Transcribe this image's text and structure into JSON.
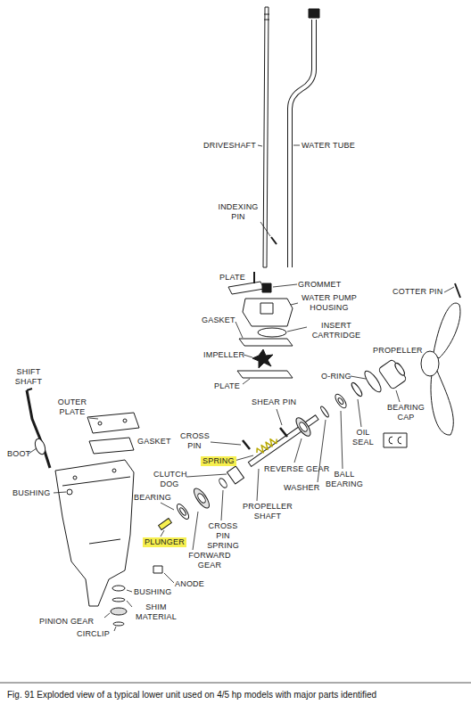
{
  "diagram": {
    "caption": "Fig. 91 Exploded view of a typical lower unit used on 4/5 hp models with major parts identified",
    "labels": [
      "DRIVESHAFT",
      "WATER TUBE",
      "INDEXING PIN",
      "PLATE",
      "GROMMET",
      "WATER PUMP HOUSING",
      "GASKET",
      "INSERT CARTRIDGE",
      "COTTER PIN",
      "IMPELLER",
      "PROPELLER",
      "PLATE",
      "O-RING",
      "SHIFT SHAFT",
      "OUTER PLATE",
      "SHEAR PIN",
      "REVERSE GEAR",
      "BEARING CAP",
      "GASKET",
      "CROSS PIN",
      "SPRING",
      "OIL SEAL",
      "BOOT",
      "CLUTCH DOG",
      "WASHER",
      "BALL BEARING",
      "BUSHING",
      "BEARING",
      "PROPELLER SHAFT",
      "CROSS PIN SPRING",
      "PLUNGER",
      "FORWARD GEAR",
      "ANODE",
      "BUSHING",
      "PINION GEAR",
      "SHIM MATERIAL",
      "CIRCLIP"
    ]
  }
}
